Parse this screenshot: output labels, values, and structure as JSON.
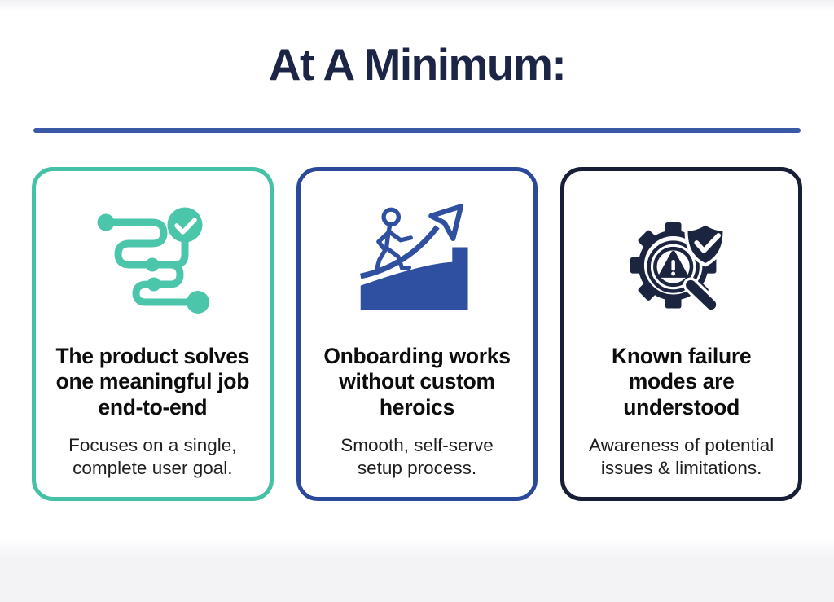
{
  "page": {
    "title": "At A Minimum:"
  },
  "colors": {
    "title_navy": "#1c2546",
    "divider_blue": "#3a5aa8",
    "card1_accent_teal": "#45c1a5",
    "card1_icon_teal": "#4cc6ab",
    "card2_accent_blue": "#2b499b",
    "card2_icon_blue": "#2f4fa0",
    "card3_accent_navy": "#171e35",
    "card3_icon_navy": "#1b2540",
    "heading_text": "#0d0d0d",
    "subtext_text": "#1e1e1e",
    "background": "#ffffff"
  },
  "cards": [
    {
      "icon": "route-checkpoints-check-icon",
      "heading": "The product solves one meaningful job end-to-end",
      "subtext": "Focuses on a single, complete user goal."
    },
    {
      "icon": "person-climbing-growth-arrow-icon",
      "heading": "Onboarding works without custom heroics",
      "subtext": "Smooth, self-serve setup process."
    },
    {
      "icon": "gear-warning-magnifier-shield-icon",
      "heading": "Known failure modes are understood",
      "subtext": "Awareness of potential issues & limitations."
    }
  ]
}
